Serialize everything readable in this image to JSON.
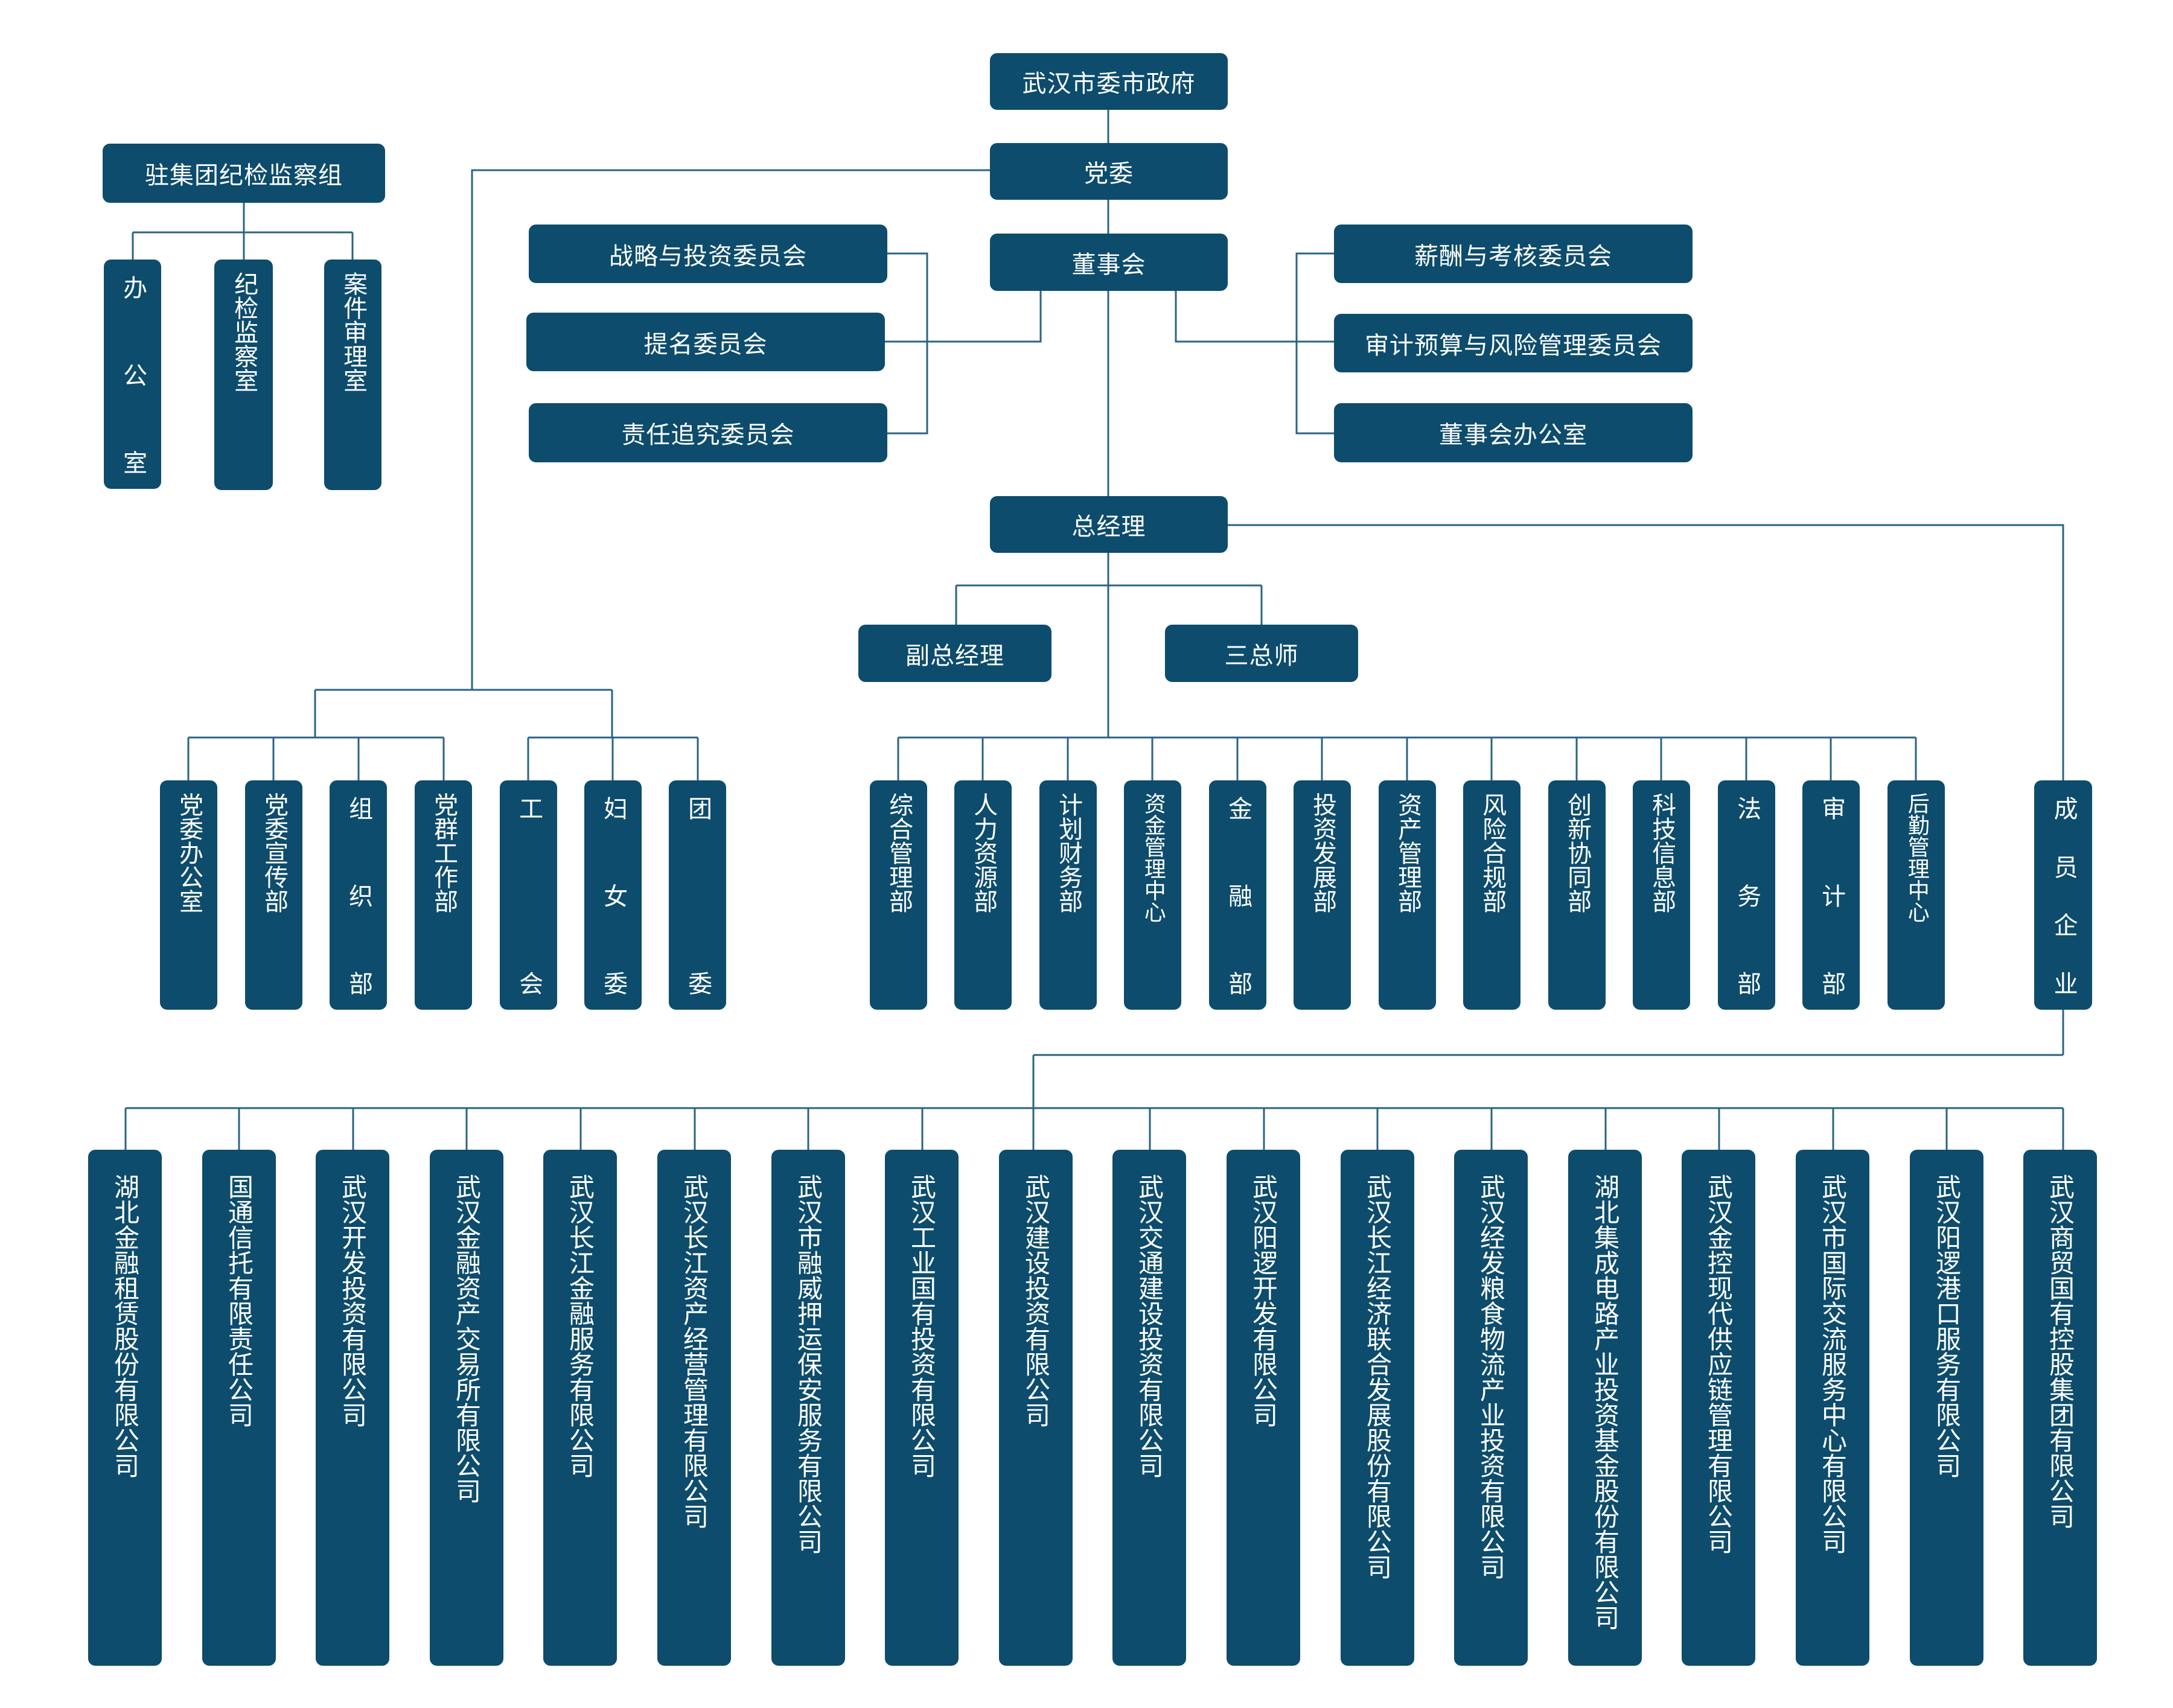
{
  "top": {
    "government": "武汉市委市政府",
    "party_committee": "党委",
    "board": "董事会",
    "general_manager": "总经理"
  },
  "discipline": {
    "group": "驻集团纪检监察组",
    "offices": [
      "办公室",
      "纪检监察室",
      "案件审理室"
    ]
  },
  "board_committees_left": [
    "战略与投资委员会",
    "提名委员会",
    "责任追究委员会"
  ],
  "board_committees_right": [
    "薪酬与考核委员会",
    "审计预算与风险管理委员会",
    "董事会办公室"
  ],
  "deputies": [
    "副总经理",
    "三总师"
  ],
  "party_departments": [
    "党委办公室",
    "党委宣传部",
    "组织部",
    "党群工作部",
    "工会",
    "妇女委",
    "团委"
  ],
  "functional_departments": [
    "综合管理部",
    "人力资源部",
    "计划财务部",
    "资金管理中心",
    "金融部",
    "投资发展部",
    "资产管理部",
    "风险合规部",
    "创新协同部",
    "科技信息部",
    "法务部",
    "审计部",
    "后勤管理中心"
  ],
  "member_enterprises_label": "成员企业",
  "subsidiaries": [
    "湖北金融租赁股份有限公司",
    "国通信托有限责任公司",
    "武汉开发投资有限公司",
    "武汉金融资产交易所有限公司",
    "武汉长江金融服务有限公司",
    "武汉长江资产经营管理有限公司",
    "武汉市融威押运保安服务有限公司",
    "武汉工业国有投资有限公司",
    "武汉建设投资有限公司",
    "武汉交通建设投资有限公司",
    "武汉阳逻开发有限公司",
    "武汉长江经济联合发展股份有限公司",
    "武汉经发粮食物流产业投资有限公司",
    "湖北集成电路产业投资基金股份有限公司",
    "武汉金控现代供应链管理有限公司",
    "武汉市国际交流服务中心有限公司",
    "武汉阳逻港口服务有限公司",
    "武汉商贸国有控股集团有限公司"
  ],
  "colors": {
    "box": "#0d4c6c",
    "line": "#2a6481",
    "text": "#ffffff"
  }
}
